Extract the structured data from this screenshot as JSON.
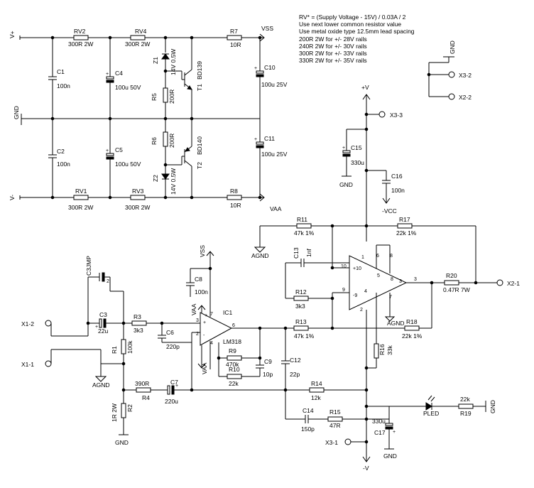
{
  "notes": {
    "line1": "RV* = (Supply Voltage - 15V) / 0.03A / 2",
    "line2": "Use next lower common resistor value",
    "line3": "Use metal oxide type 12.5mm lead spacing",
    "line4": "200R 2W for +/- 28V rails",
    "line5": "240R 2W for +/- 30V rails",
    "line6": "300R 2W for +/- 33V rails",
    "line7": "330R 2W for +/- 35V rails"
  },
  "rails": {
    "vplus": "V+",
    "vminus": "V-",
    "gnd_left": "GND",
    "vss": "VSS",
    "vaa": "VAA",
    "plus_v": "+V",
    "minus_v": "-V",
    "minus_vcc": "-VCC"
  },
  "connectors": {
    "gnd_top": "GND",
    "x3_2": "X3-2",
    "x2_2": "X2-2",
    "x3_3": "X3-3",
    "x2_1": "X2-1",
    "x3_1": "X3-1",
    "x1_2": "X1-2",
    "x1_1": "X1-1"
  },
  "psu": {
    "rv2_name": "RV2",
    "rv2_val": "300R 2W",
    "rv4_name": "RV4",
    "rv4_val": "300R 2W",
    "r7_name": "R7",
    "r7_val": "10R",
    "rv1_name": "RV1",
    "rv1_val": "300R 2W",
    "rv3_name": "RV3",
    "rv3_val": "300R 2W",
    "r8_name": "R8",
    "r8_val": "10R",
    "c1_name": "C1",
    "c1_val": "100n",
    "c2_name": "C2",
    "c2_val": "100n",
    "c4_name": "C4",
    "c4_val": "100u 50V",
    "c5_name": "C5",
    "c5_val": "100u 50V",
    "c10_name": "C10",
    "c10_val": "100u 25V",
    "c11_name": "C11",
    "c11_val": "100u 25V",
    "z1_name": "Z1",
    "z1_val": "14V 0.5W",
    "z2_name": "Z2",
    "z2_val": "14V 0.5W",
    "r5_name": "R5",
    "r5_val": "200R",
    "r6_name": "R6",
    "r6_val": "200R",
    "t1_name": "T1",
    "t1_val": "BD139",
    "t2_name": "T2",
    "t2_val": "BD140"
  },
  "amp": {
    "c3jmp": "C3JMP",
    "c3_name": "C3",
    "c3_val": "22u",
    "r3_name": "R3",
    "r3_val": "3k3",
    "r1_name": "R1",
    "r1_val": "100k",
    "c6_name": "C6",
    "c6_val": "220p",
    "agnd": "AGND",
    "r4_val": "390R",
    "r4_name": "R4",
    "c7_name": "C7",
    "c7_val": "220u",
    "r2_name": "R2",
    "r2_val": "1R 2W",
    "gnd": "GND",
    "c8_name": "C8",
    "c8_val": "100n",
    "ic1_name": "IC1",
    "ic1_val": "LM318",
    "r9_name": "R9",
    "r9_val": "470k",
    "r10_name": "R10",
    "r10_val": "22k",
    "c9_name": "C9",
    "c9_val": "10p",
    "r11_name": "R11",
    "r11_val": "47k 1%",
    "c13_name": "C13",
    "c13_val": "1nf",
    "r12_name": "R12",
    "r12_val": "3k3",
    "r13_name": "R13",
    "r13_val": "47k 1%",
    "c12_name": "C12",
    "c12_val": "22p",
    "r14_name": "R14",
    "r14_val": "12k",
    "c14_name": "C14",
    "c14_val": "150p",
    "r15_name": "R15",
    "r15_val": "47R",
    "c15_name": "C15",
    "c15_val": "330u",
    "c16_name": "C16",
    "c16_val": "100n",
    "r17_name": "R17",
    "r17_val": "22k 1%",
    "r18_name": "R18",
    "r18_val": "22k 1%",
    "r20_name": "R20",
    "r20_val": "0.47R 7W",
    "r16_name": "R16",
    "r16_val": "33k",
    "c17_name": "C17",
    "c17_val": "330u",
    "pled": "PLED",
    "r19_name": "R19",
    "r19_val": "22k"
  }
}
